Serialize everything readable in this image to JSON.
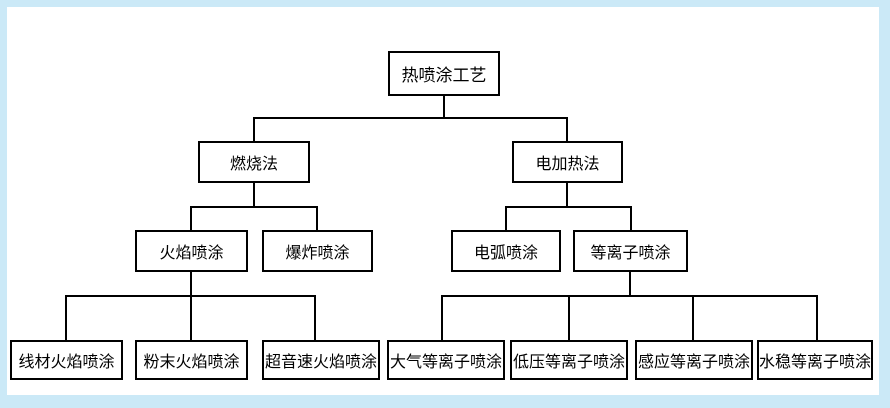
{
  "colors": {
    "frame": "#cbe9f7",
    "canvas": "#ffffff",
    "line": "#000000",
    "box_fill": "#ffffff",
    "text": "#000000"
  },
  "diagram": {
    "type": "org-tree-flowchart",
    "root": {
      "label": "热喷涂工艺",
      "children": [
        {
          "label": "燃烧法",
          "children": [
            {
              "label": "火焰喷涂",
              "children": [
                {
                  "label": "线材火焰喷涂"
                },
                {
                  "label": "粉末火焰喷涂"
                },
                {
                  "label": "超音速火焰喷涂"
                }
              ]
            },
            {
              "label": "爆炸喷涂"
            }
          ]
        },
        {
          "label": "电加热法",
          "children": [
            {
              "label": "电弧喷涂"
            },
            {
              "label": "等离子喷涂",
              "children": [
                {
                  "label": "大气等离子喷涂"
                },
                {
                  "label": "低压等离子喷涂"
                },
                {
                  "label": "感应等离子喷涂"
                },
                {
                  "label": "水稳等离子喷涂"
                }
              ]
            }
          ]
        }
      ]
    }
  }
}
